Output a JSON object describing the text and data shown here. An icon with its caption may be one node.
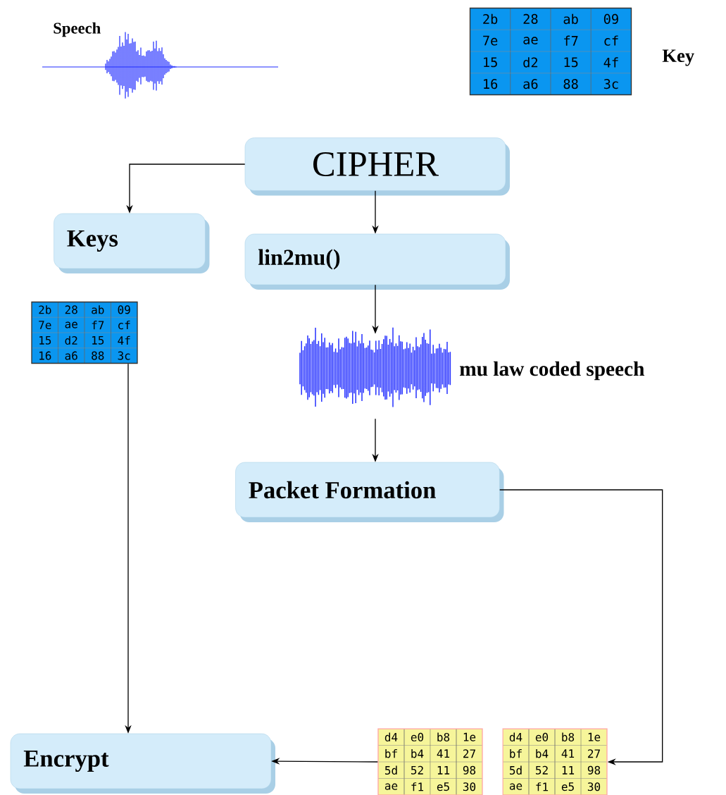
{
  "diagram": {
    "nodes": [
      {
        "text": [
          "CIPHER"
        ]
      },
      {
        "text": [
          "Keys"
        ]
      },
      {
        "text": [
          "lin2mu()"
        ]
      },
      {
        "text": [],
        "shape": "waveform",
        "beside": [
          "mu law coded speech"
        ]
      },
      {
        "text": [
          "Packet Formation"
        ]
      },
      {
        "text": [
          "2b",
          "28",
          "ab",
          "09",
          "7e",
          "ae",
          "f7",
          "cf",
          "15",
          "d2",
          "15",
          "4f",
          "16",
          "a6",
          "88",
          "3c"
        ]
      },
      {
        "text": [
          "d4",
          "e0",
          "b8",
          "1e",
          "bf",
          "b4",
          "41",
          "27",
          "5d",
          "52",
          "11",
          "98",
          "ae",
          "f1",
          "e5",
          "30"
        ]
      },
      {
        "text": [
          "d4",
          "e0",
          "b8",
          "1e",
          "bf",
          "b4",
          "41",
          "27",
          "5d",
          "52",
          "11",
          "98",
          "ae",
          "f1",
          "e5",
          "30"
        ]
      },
      {
        "text": [
          "Encrypt"
        ]
      }
    ],
    "edges": [
      {
        "from": 0,
        "to": 1,
        "arrow": "to"
      },
      {
        "from": 0,
        "to": 2,
        "arrow": "to"
      },
      {
        "from": 2,
        "to": 3,
        "arrow": "to"
      },
      {
        "from": 3,
        "to": 4,
        "arrow": "to"
      },
      {
        "from": 4,
        "to": 7,
        "arrow": "to"
      },
      {
        "from": 5,
        "to": 8,
        "arrow": "to"
      },
      {
        "from": 6,
        "to": 8,
        "arrow": "to"
      }
    ],
    "labels": [
      "Speech",
      "2b",
      "28",
      "ab",
      "09",
      "7e",
      "ae",
      "f7",
      "cf",
      "15",
      "d2",
      "15",
      "4f",
      "16",
      "a6",
      "88",
      "3c",
      "Key"
    ]
  }
}
